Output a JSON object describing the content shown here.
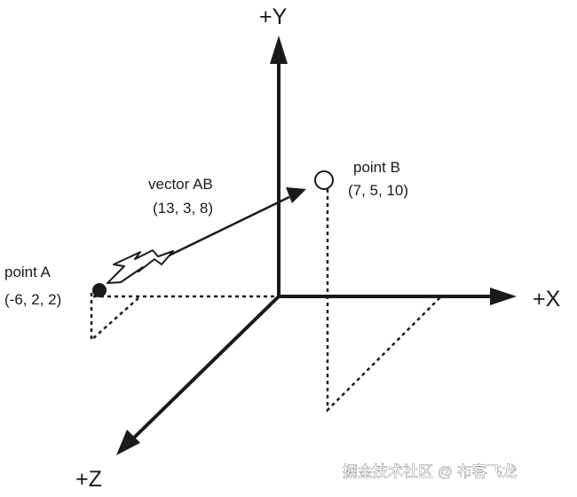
{
  "axes": {
    "y_label": "+Y",
    "x_label": "+X",
    "z_label": "+Z"
  },
  "point_a": {
    "name": "point A",
    "coords": "(-6, 2, 2)"
  },
  "point_b": {
    "name": "point B",
    "coords": "(7, 5, 10)"
  },
  "vector": {
    "name": "vector AB",
    "components": "(13, 3, 8)"
  },
  "watermark": "掘金技术社区 @ 布客飞龙",
  "colors": {
    "line": "#1a1a1a",
    "background": "#ffffff"
  }
}
